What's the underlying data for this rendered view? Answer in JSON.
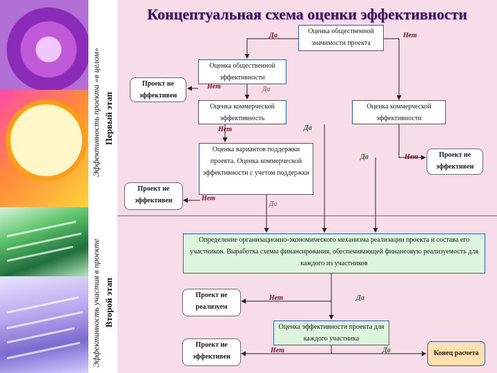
{
  "title": "Концептуальная схема оценки эффективности",
  "side": {
    "stage1_italic": "Эффективность проекта «в целом»",
    "stage1_bold": "Первый этап",
    "stage2_italic": "Эффективность участия в проекте",
    "stage2_bold": "Второй этап"
  },
  "boxes": {
    "social_significance": "Оценка общественной значимости проекта",
    "social_efficiency": "Оценка общественной эффективности",
    "commercial_left": "Оценка коммерческой эффективность",
    "commercial_right": "Оценка коммерческой эффективности",
    "support_variants": "Оценка вариантов поддержки проекта. Оценка коммерческой эффективности с учетом поддержки",
    "mechanism": "Определение организационно-экономического механизма реализации проекта и состава его участников. Выработка схемы финансирования, обеспечивающей финансовую реализуемость для каждого из участников",
    "each_participant": "Оценка эффективности проекта для каждого участника",
    "end": "Конец расчета",
    "not_effective_1": "Проект не эффективен",
    "not_effective_2": "Проект не эффективен",
    "not_effective_3": "Проект не эффективен",
    "not_realized": "Проект не реализуем",
    "not_effective_4": "Проект не эффективен"
  },
  "labels": {
    "yes": "Да",
    "no": "Нет"
  },
  "colors": {
    "box_border": "#2e5fb8",
    "green_fill": "#ddf5dc",
    "end_fill": "#ffe1b0",
    "title": "#3b0f5c"
  }
}
